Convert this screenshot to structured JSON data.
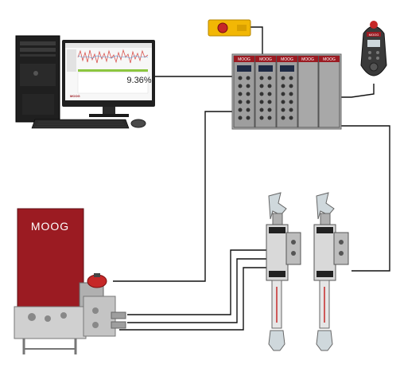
{
  "monitor": {
    "percent_readout": "9.36%",
    "brand_logo_text": "MOOG"
  },
  "hydraulic_unit": {
    "brand_label": "MOOG"
  },
  "controller": {
    "module_labels": [
      "MOOG",
      "MOOG",
      "MOOG",
      "MOOG",
      "MOOG"
    ]
  },
  "pendant": {
    "brand_label": "MOOG"
  },
  "colors": {
    "moog_red": "#9b1b22",
    "estop_yellow": "#f2b705",
    "chart_red": "#d9534f",
    "progress_green": "#8cc63f",
    "cable": "#111111"
  }
}
